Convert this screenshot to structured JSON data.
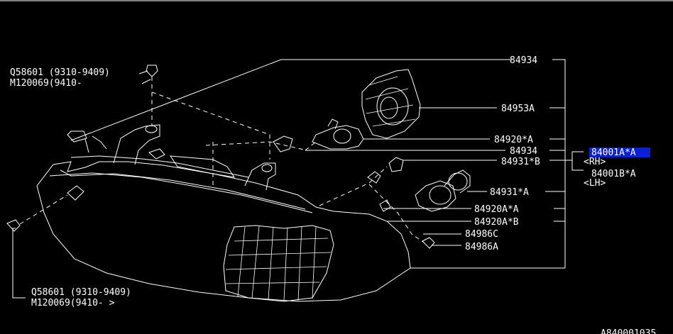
{
  "callouts": {
    "p84934_top": "84934",
    "p84953a": "84953A",
    "p84920a_a_top": "84920*A",
    "p84934_mid": "84934",
    "p84931b": "84931*B",
    "p84931a": "84931*A",
    "p84920a_a": "84920A*A",
    "p84920a_b": "84920A*B",
    "p84986c": "84986C",
    "p84986a": "84986A"
  },
  "assembly": {
    "rh_part": "84001A*A",
    "rh_note": "<RH>",
    "lh_part": "84001B*A",
    "lh_note": "<LH>"
  },
  "fasteners": {
    "top_line1": "Q58601 (9310-9409)",
    "top_line2": "M120069(9410-",
    "bottom_line1": "Q58601 (9310-9409)",
    "bottom_line2": "M120069(9410-     >"
  },
  "figure_id": "A840001035",
  "colors": {
    "background": "#000000",
    "line": "#ffffff",
    "highlight": "#0a1fd8"
  }
}
